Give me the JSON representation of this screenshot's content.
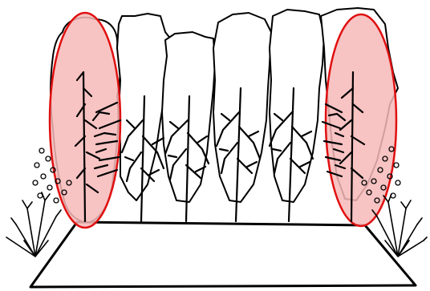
{
  "colors": {
    "background": "#ffffff",
    "ink": "#000000",
    "highlight_fill": "#f7b9b9",
    "highlight_stroke": "#e01010"
  },
  "scene": {
    "trees": [
      {
        "name": "tree-1",
        "highlighted": true
      },
      {
        "name": "tree-2",
        "highlighted": false
      },
      {
        "name": "tree-3",
        "highlighted": false
      },
      {
        "name": "tree-4",
        "highlighted": false
      },
      {
        "name": "tree-5",
        "highlighted": false
      },
      {
        "name": "tree-6",
        "highlighted": false
      },
      {
        "name": "tree-7",
        "highlighted": false
      },
      {
        "name": "tree-8",
        "highlighted": true
      }
    ],
    "shrubs": [
      {
        "name": "left-shrub"
      },
      {
        "name": "right-shrub"
      }
    ]
  }
}
